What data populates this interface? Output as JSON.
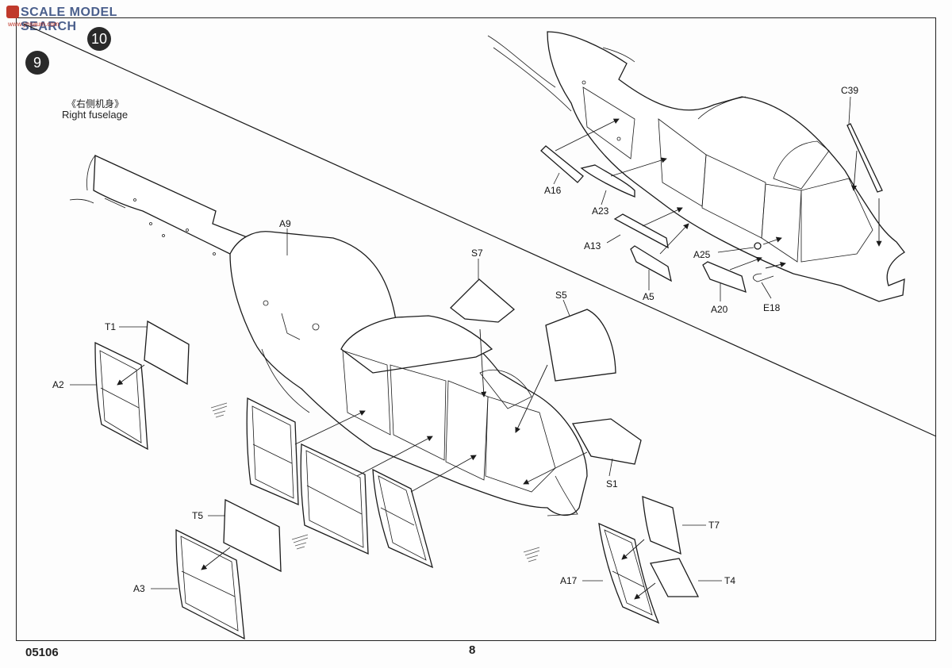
{
  "watermark": {
    "text": "SCALE MODEL SEARCH",
    "subtext": "www.ynsaum.com"
  },
  "steps": {
    "left": "9",
    "right": "10"
  },
  "section": {
    "title_cn": "《右侧机身》",
    "title_en": "Right fuselage"
  },
  "footer": {
    "catalog_no": "05106",
    "page_no": "8"
  },
  "parts": {
    "T1": "T1",
    "A2": "A2",
    "A9": "A9",
    "S7": "S7",
    "S5": "S5",
    "S1": "S1",
    "T5": "T5",
    "A3": "A3",
    "T7": "T7",
    "A17": "A17",
    "T4": "T4",
    "A16": "A16",
    "A23": "A23",
    "A13": "A13",
    "A5": "A5",
    "A25": "A25",
    "A20": "A20",
    "E18": "E18",
    "C39": "C39"
  }
}
